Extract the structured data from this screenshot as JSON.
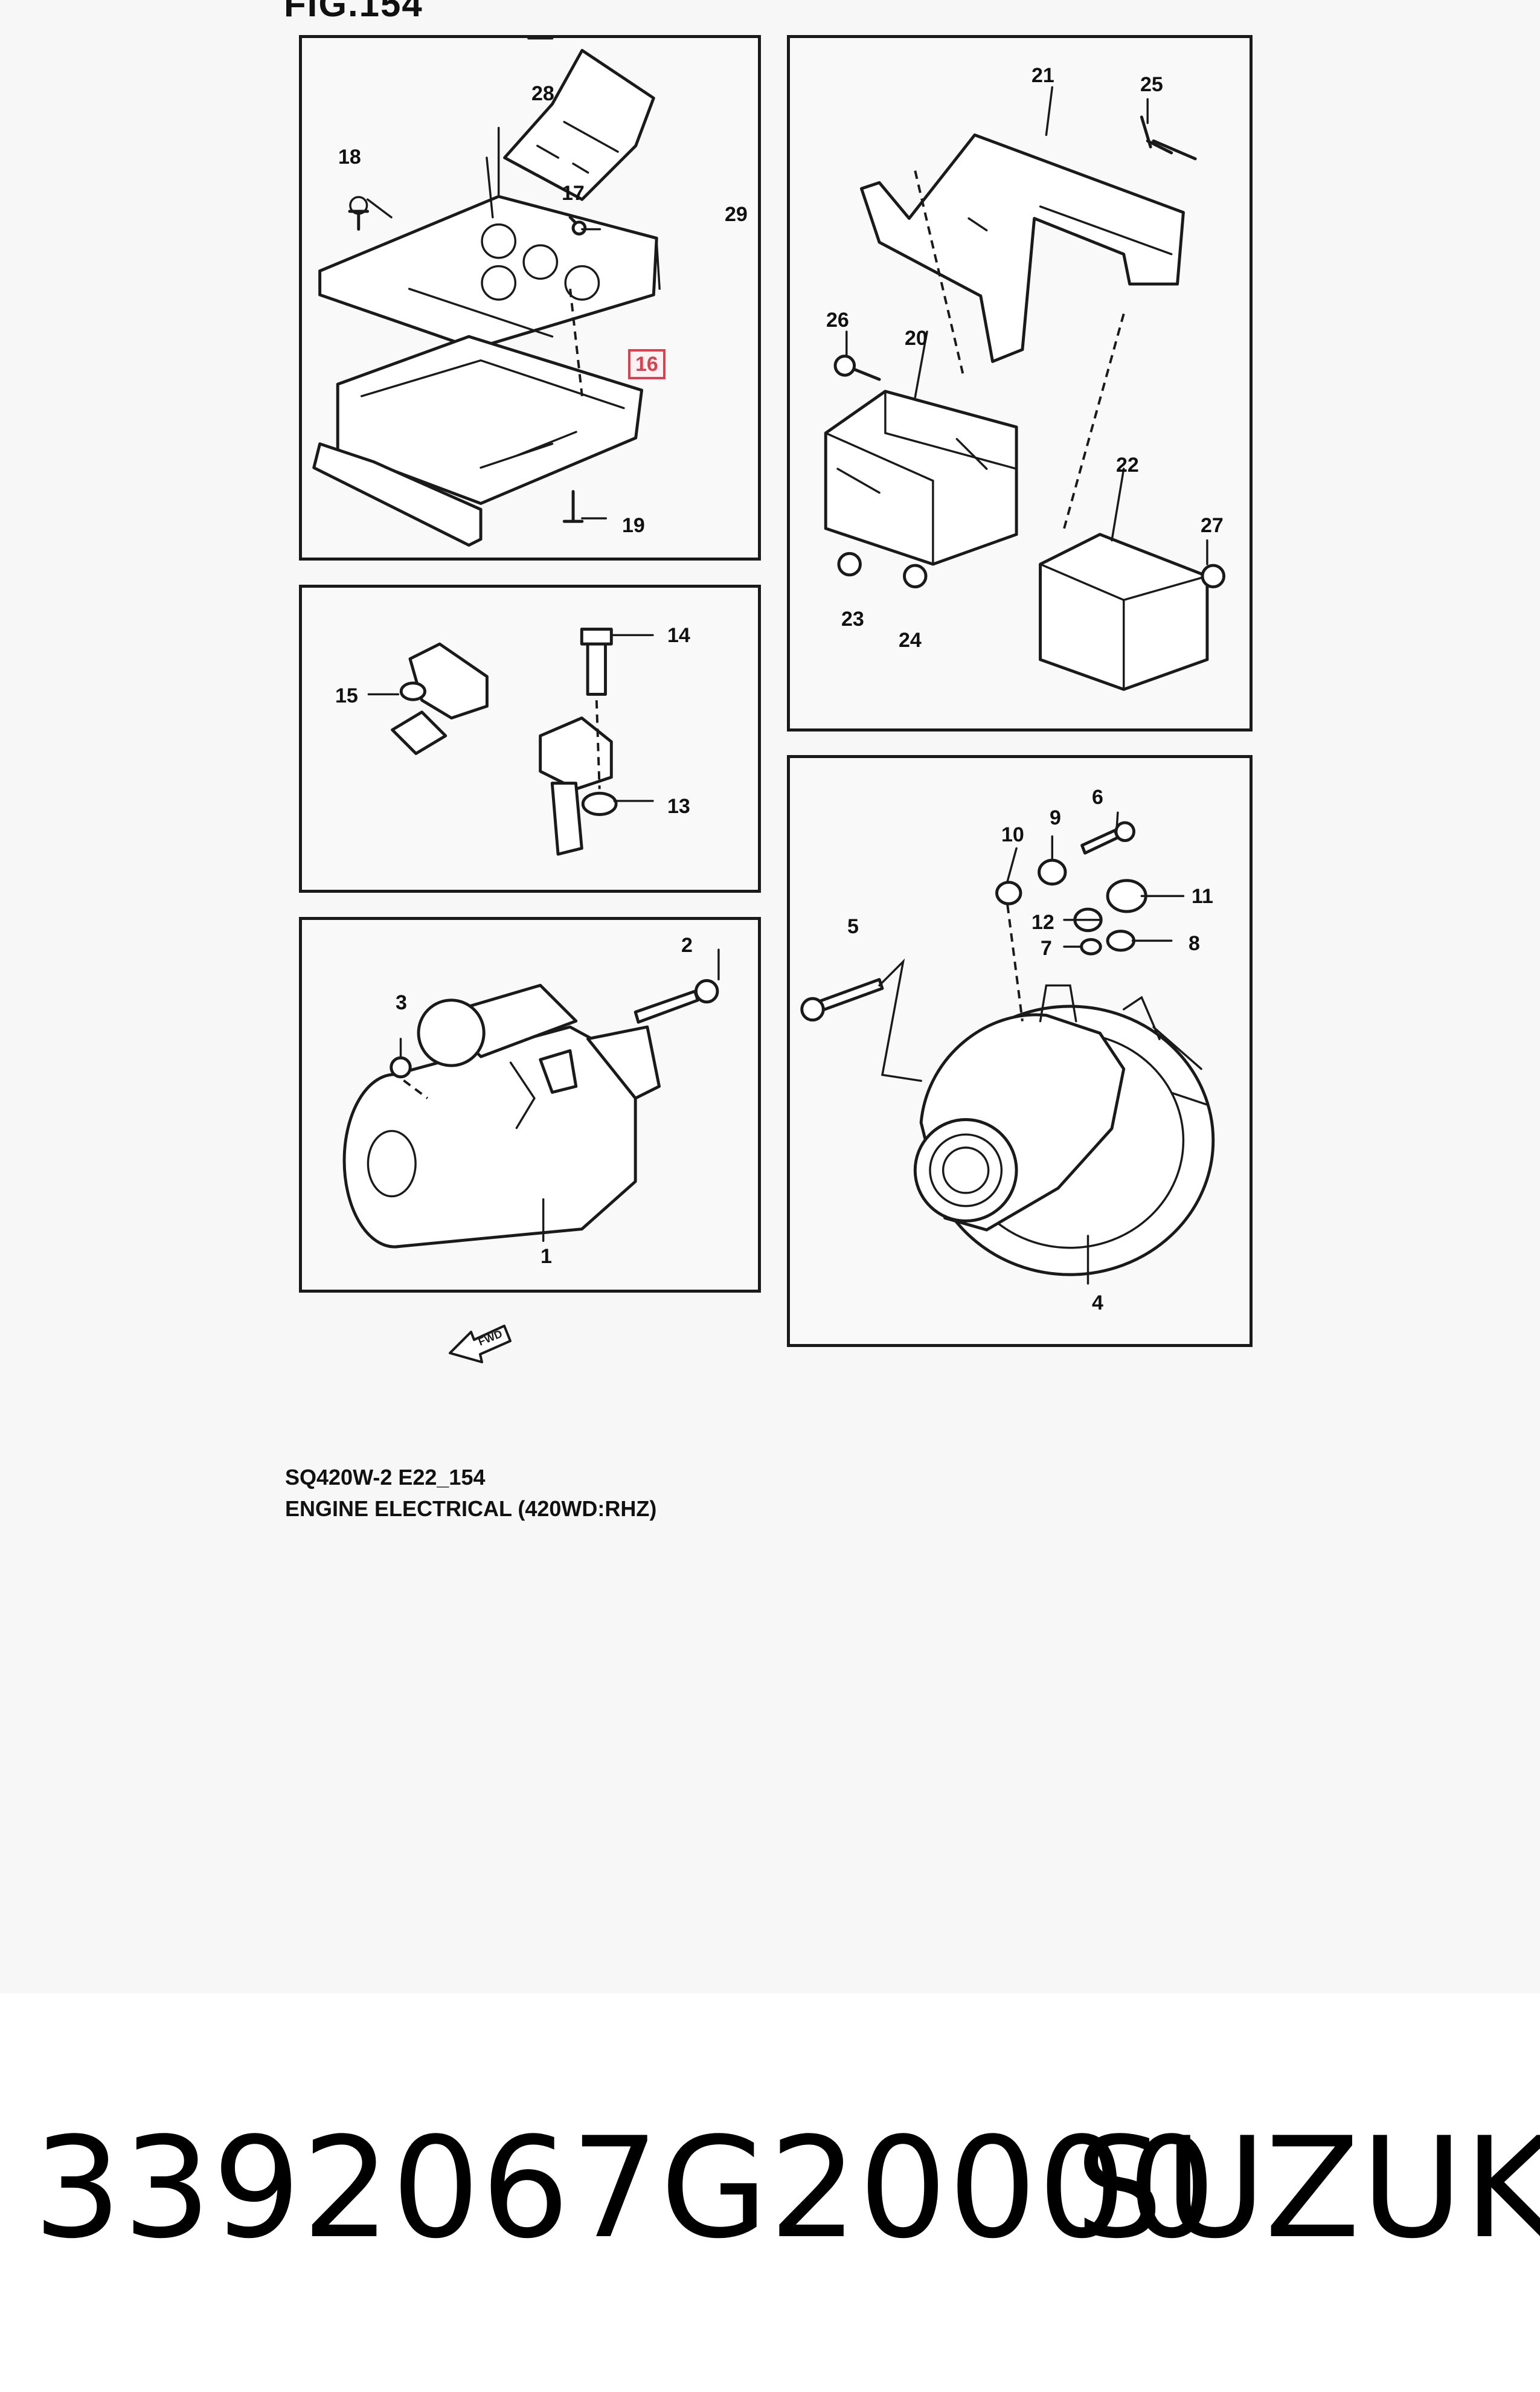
{
  "figure": {
    "title": "FIG.154"
  },
  "panels": {
    "ecm": {
      "callouts": [
        "28",
        "18",
        "17",
        "29",
        "16",
        "19"
      ],
      "highlighted": "16"
    },
    "relays": {
      "callouts": [
        "21",
        "25",
        "26",
        "20",
        "22",
        "27",
        "23",
        "24"
      ]
    },
    "sensors": {
      "callouts": [
        "15",
        "14",
        "13"
      ]
    },
    "starter": {
      "callouts": [
        "3",
        "2",
        "1"
      ]
    },
    "alternator": {
      "callouts": [
        "10",
        "9",
        "6",
        "5",
        "12",
        "11",
        "7",
        "8",
        "4"
      ]
    }
  },
  "fwd_label": "FWD",
  "caption": {
    "line1": "SQ420W-2 E22_154",
    "line2": "ENGINE ELECTRICAL (420WD:RHZ)"
  },
  "footer": {
    "part_number": "3392067G20000",
    "brand": "SUZUKI"
  },
  "colors": {
    "highlight": "#d8424f",
    "line": "#1a1a1a"
  }
}
